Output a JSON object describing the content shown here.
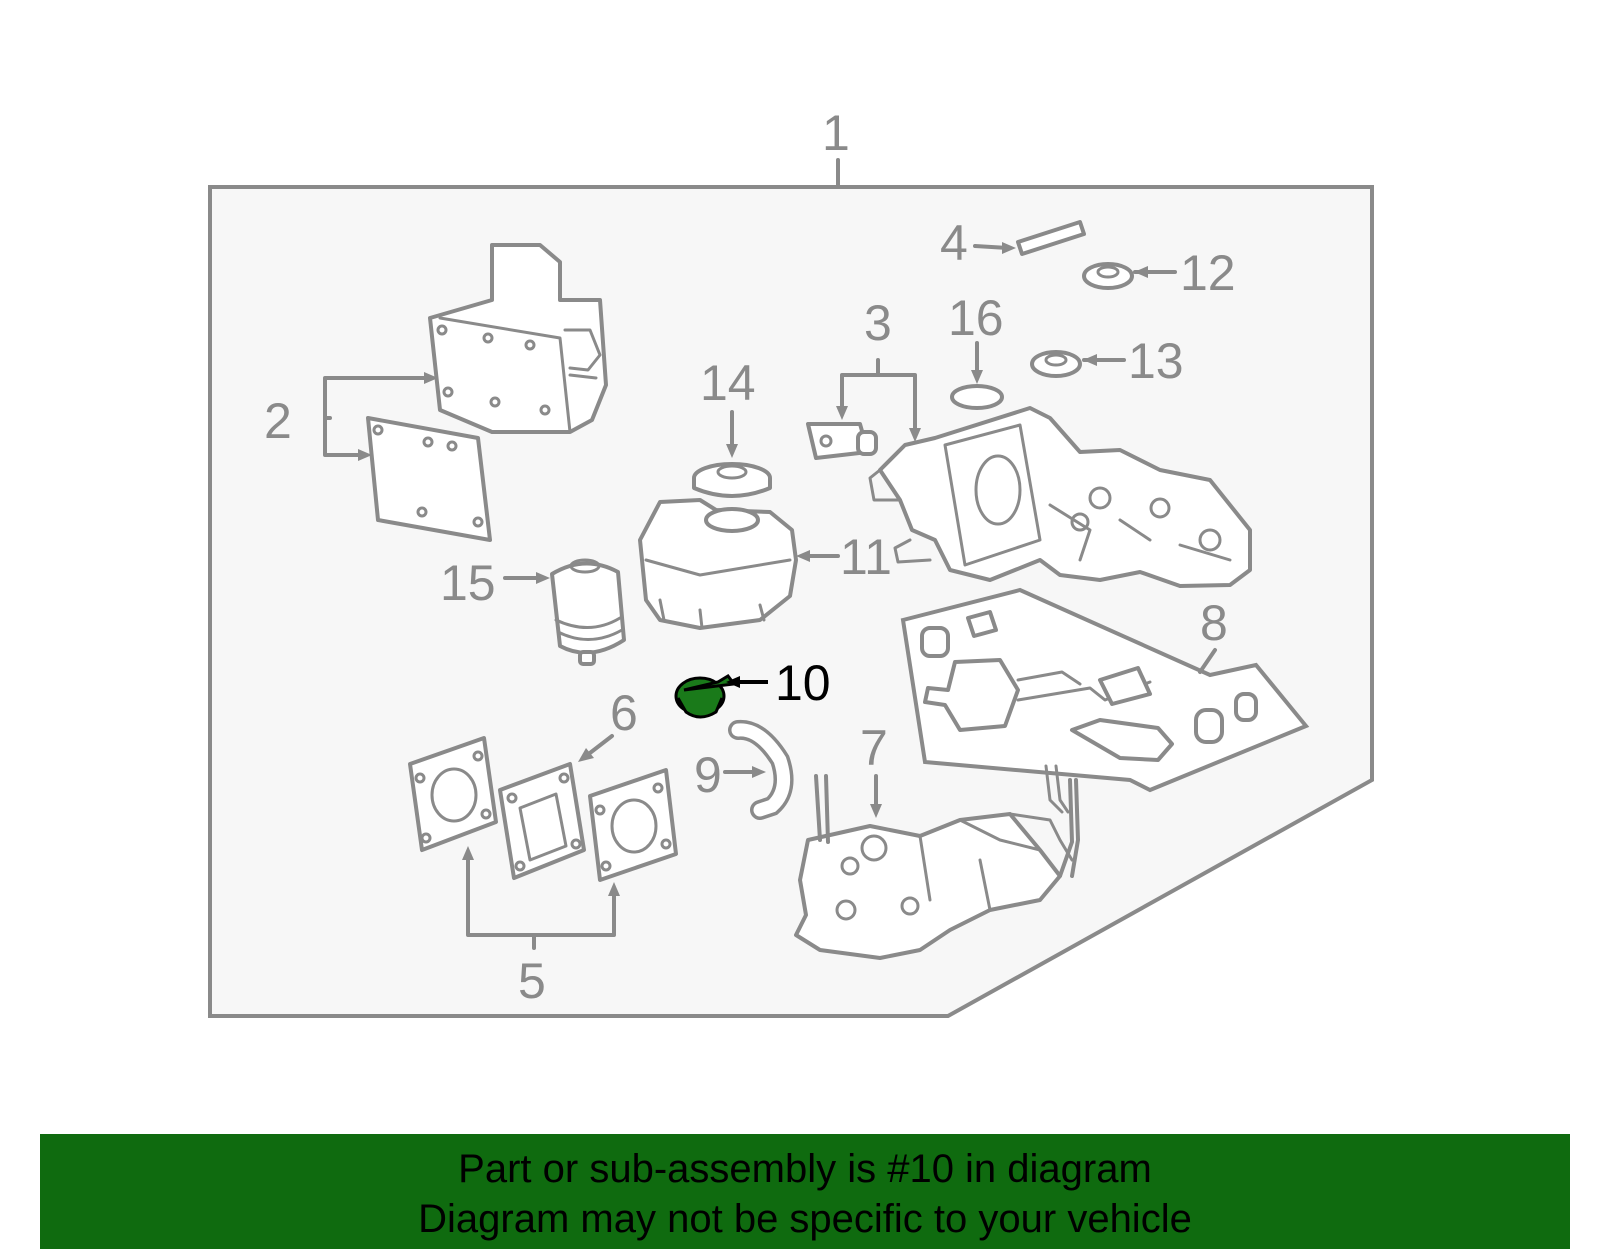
{
  "diagram": {
    "callouts": [
      "1",
      "2",
      "3",
      "4",
      "5",
      "6",
      "7",
      "8",
      "9",
      "10",
      "11",
      "12",
      "13",
      "14",
      "15",
      "16"
    ],
    "highlighted_part": "10",
    "colors": {
      "line": "#8a8a8a",
      "panel": "#f7f7f7",
      "highlight": "#1a7a1a",
      "banner": "#0f6b0f"
    }
  },
  "banner": {
    "line1": "Part or sub-assembly is #10 in diagram",
    "line2": "Diagram may not be specific to your vehicle"
  }
}
